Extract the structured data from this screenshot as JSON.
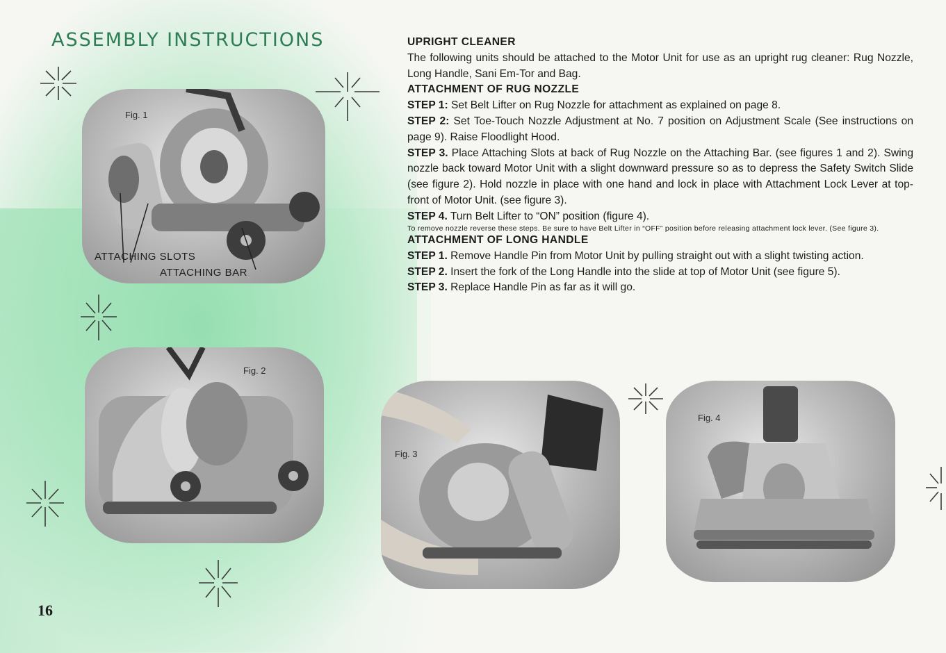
{
  "page": {
    "heading": "ASSEMBLY INSTRUCTIONS",
    "page_number": "16"
  },
  "figures": {
    "fig1": {
      "label": "Fig. 1",
      "callout_slots": "ATTACHING SLOTS",
      "callout_bar": "ATTACHING BAR"
    },
    "fig2": {
      "label": "Fig. 2"
    },
    "fig3": {
      "label": "Fig. 3"
    },
    "fig4": {
      "label": "Fig. 4"
    }
  },
  "upright": {
    "title": "UPRIGHT CLEANER",
    "intro": "The following units should be attached to the Motor Unit for use as an upright rug cleaner: Rug Nozzle, Long Handle, Sani Em-Tor and Bag."
  },
  "rug_nozzle": {
    "title": "ATTACHMENT OF RUG NOZZLE",
    "steps": [
      {
        "label": "STEP 1:",
        "text": "Set Belt Lifter on Rug Nozzle for attachment as explained on page 8."
      },
      {
        "label": "STEP 2:",
        "text": "Set Toe-Touch Nozzle Adjustment at No. 7 position on Adjustment Scale (See instructions on page 9). Raise Floodlight Hood."
      },
      {
        "label": "STEP 3.",
        "text": "Place Attaching Slots at back of Rug Nozzle on the Attaching Bar. (see figures 1 and 2). Swing nozzle back toward Motor Unit with a slight downward pressure so as to depress the Safety Switch Slide (see figure 2). Hold nozzle in place with one hand and lock in place with Attachment Lock Lever at top-front of Motor Unit. (see figure 3)."
      },
      {
        "label": "STEP 4.",
        "text": "Turn Belt Lifter to “ON” position (figure 4)."
      }
    ],
    "note": "To remove nozzle reverse these steps. Be sure to have Belt Lifter in “OFF” position before releasing attachment lock lever. (See figure 3)."
  },
  "long_handle": {
    "title": "ATTACHMENT OF LONG HANDLE",
    "steps": [
      {
        "label": "STEP 1.",
        "text": "Remove Handle Pin from Motor Unit by pulling straight out with a slight twisting action."
      },
      {
        "label": "STEP 2.",
        "text": "Insert the fork of the Long Handle into the slide at top of Motor Unit (see figure 5)."
      },
      {
        "label": "STEP 3.",
        "text": "Replace Handle Pin as far as it will go."
      }
    ]
  },
  "icons": [
    "sparkle-icon"
  ],
  "colors": {
    "heading": "#2f7d55",
    "green_band": "#7cd6a0",
    "photo_gray": "#a9a9a9"
  }
}
